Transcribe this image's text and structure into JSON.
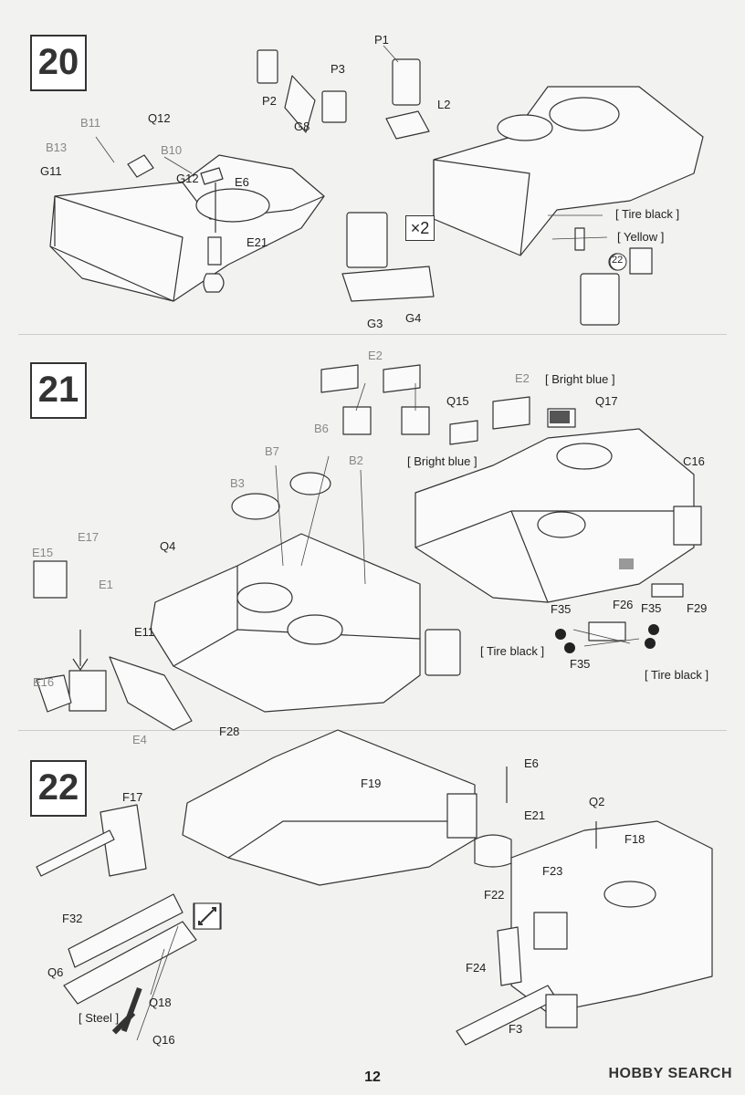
{
  "page_number": "12",
  "watermark": "HOBBY SEARCH",
  "multiplier": "×2",
  "steps": [
    {
      "number": "20"
    },
    {
      "number": "21"
    },
    {
      "number": "22"
    }
  ],
  "step20": {
    "parts": [
      "P1",
      "P2",
      "P3",
      "G8",
      "L2",
      "B11",
      "Q12",
      "B13",
      "B10",
      "G11",
      "G12",
      "E6",
      "E21",
      "G3",
      "G4"
    ],
    "paints": [
      "[ Tire black ]",
      "[ Yellow ]"
    ],
    "paint_ref": "22"
  },
  "step21": {
    "parts": [
      "E2",
      "E2",
      "Q15",
      "Q17",
      "B6",
      "B7",
      "B2",
      "B3",
      "Q4",
      "E17",
      "E15",
      "E1",
      "E11",
      "E16",
      "E4",
      "F28",
      "C16",
      "F29",
      "F26",
      "F35",
      "F35",
      "F35"
    ],
    "paints": [
      "[ Bright blue ]",
      "[ Bright blue ]",
      "[ Tire black ]",
      "[ Tire black ]"
    ]
  },
  "step22": {
    "parts": [
      "F17",
      "F32",
      "Q6",
      "Q18",
      "Q16",
      "F19",
      "E6",
      "E21",
      "F22",
      "Q2",
      "F18",
      "F23",
      "F24",
      "F3"
    ],
    "paints": [
      "[ Steel ]"
    ]
  }
}
